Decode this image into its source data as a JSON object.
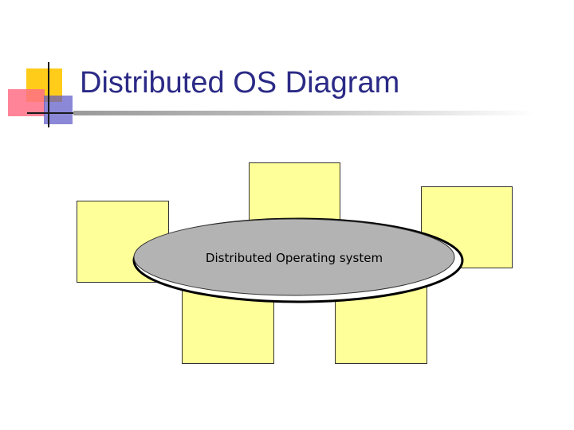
{
  "slide": {
    "title": "Distributed OS Diagram",
    "title_color": "#2b2a86"
  },
  "diagram": {
    "center_label": "Distributed Operating system",
    "center_fill": "#b3b3b3",
    "node_fill": "#ffff99",
    "node_count": 5
  }
}
